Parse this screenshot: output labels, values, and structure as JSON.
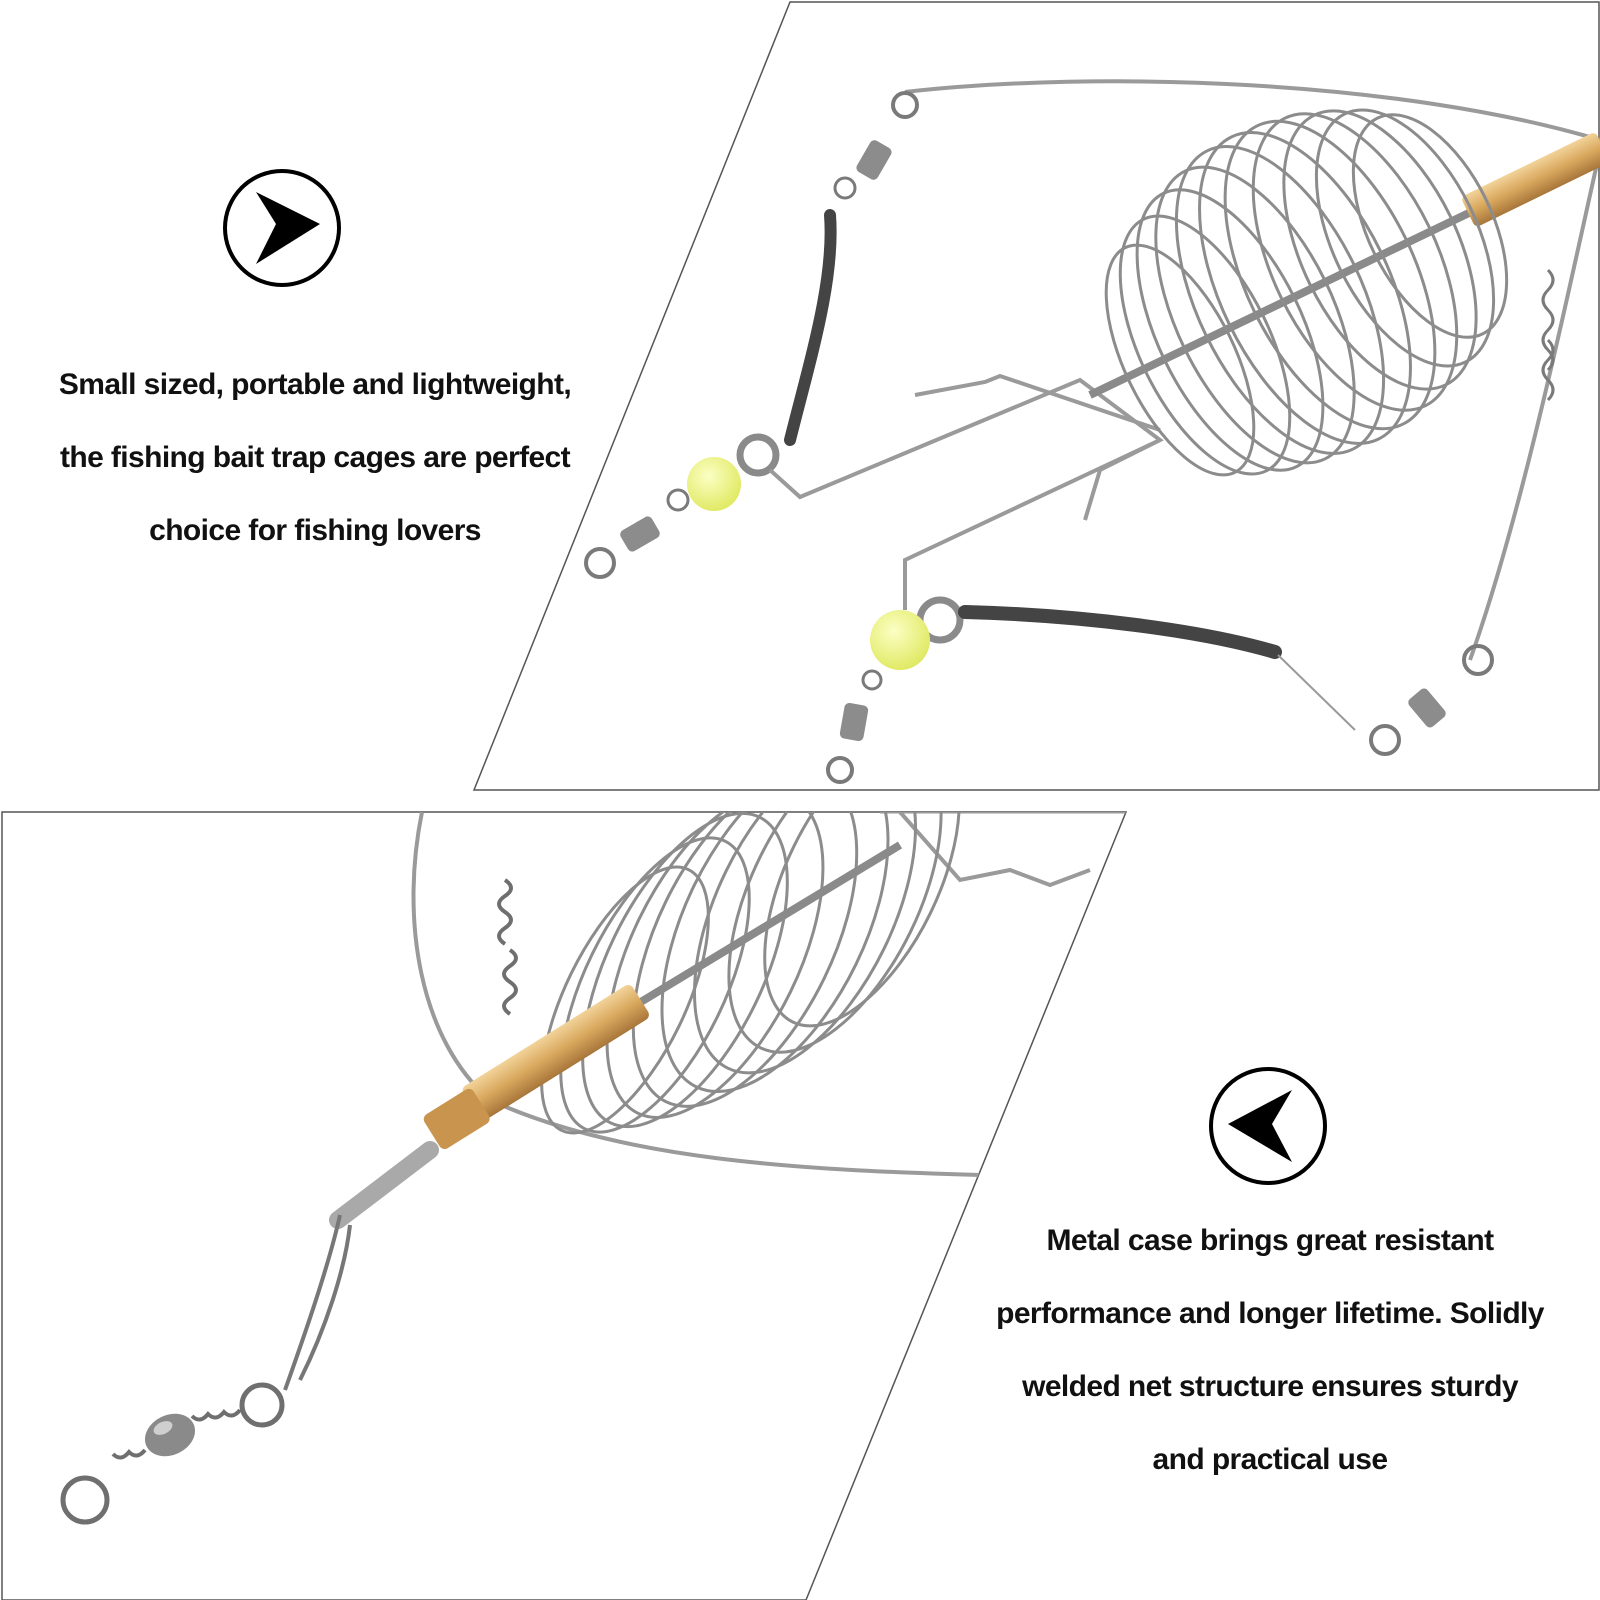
{
  "panels": {
    "top": {
      "icon": "arrow-right-circle-icon",
      "caption_lines": [
        "Small sized, portable and lightweight,",
        "the fishing bait trap cages are perfect",
        "choice for fishing lovers"
      ]
    },
    "bottom": {
      "icon": "arrow-left-circle-icon",
      "caption_lines": [
        "Metal case brings great resistant",
        "performance and longer lifetime. Solidly",
        "welded net structure ensures sturdy",
        "and practical use"
      ]
    }
  },
  "colors": {
    "text": "#111111",
    "frame": "#555555",
    "wire": "#9a9a9a",
    "wire_dark": "#6f6f6f",
    "brass": "#d9a85e",
    "bead": "#eef47a",
    "tube": "#444444"
  }
}
